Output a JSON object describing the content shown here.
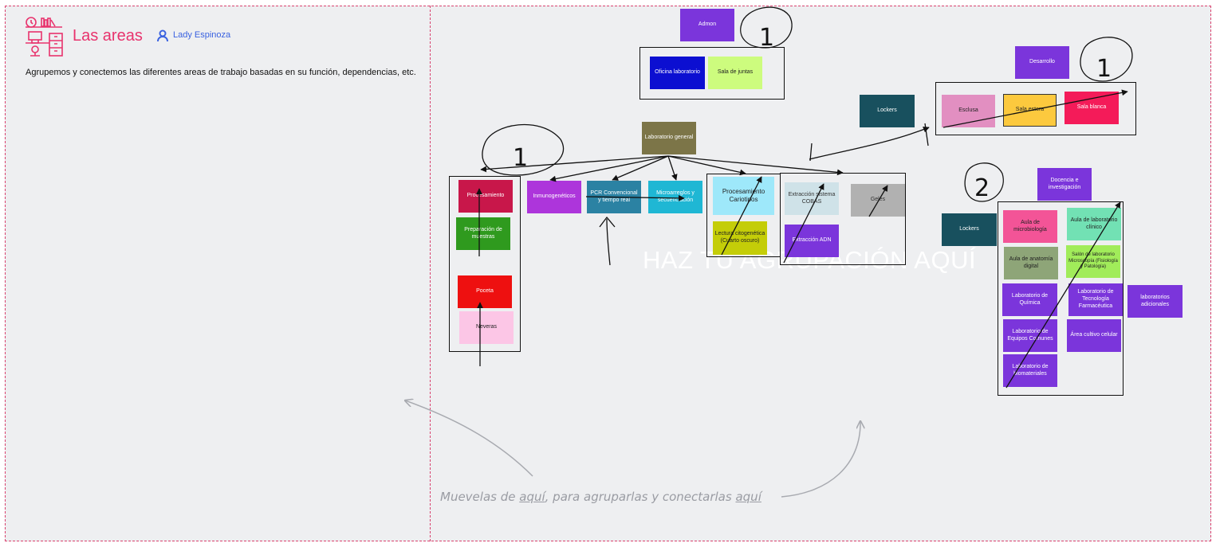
{
  "header": {
    "title": "Las areas",
    "author": "Lady Espinoza",
    "description": "Agrupemos y conectemos las diferentes areas de trabajo basadas en su función, dependencias, etc."
  },
  "canvas": {
    "watermark": "HAZ TU AGRUPACIÓN AQUÍ",
    "hint_prefix": "Muevelas de ",
    "hint_link1": "aquí",
    "hint_middle": ", para agruparlas y conectarlas ",
    "hint_link2": "aquí"
  },
  "annotations": {
    "num1": "1",
    "num2": "2"
  },
  "notes": {
    "admon": "Admon",
    "oficina": "Oficina laboratorio",
    "sala_juntas": "Sala de juntas",
    "desarrollo": "Desarrollo",
    "esclusa": "Esclusa",
    "sala_estera": "Sala estera",
    "sala_blanca": "Sala blanca",
    "lockers1": "Lockers",
    "lockers2": "Lockers",
    "lab_general": "Laboratorio general",
    "procesamiento": "Procesamiento",
    "preparacion": "Preparación de muestras",
    "poceta": "Poceta",
    "neveras": "Neveras",
    "inmuno": "Inmunogenéticos",
    "pcr": "PCR Convencional y tiempo real",
    "micro": "Microarreglos y secuenciación",
    "cariotipos": "Procesamiento Cariotipos",
    "lectura": "Lectura citogenética (Cuarto oscuro)",
    "extraccion_cobas": "Extracción sistema COBAS",
    "geles": "Geles",
    "extraccion_adn": "Extracción ADN",
    "docencia": "Docencia e investigación",
    "aula_micro": "Aula de microbiología",
    "aula_clinico": "Aula de laboratorio clínico",
    "aula_anatomia": "Aula de anatomía digital",
    "salon_micro": "Salón de laboratorio Microscopía (Fisiología y Patología)",
    "lab_quimica": "Laboratorio de Química",
    "lab_tecnologia": "Laboratorio de Tecnología Farmacéutica",
    "lab_adicionales": "laboratorios adicionales",
    "lab_equipos": "Laboratorio de Equipos Comunes",
    "cultivo": "Área cultivo celular",
    "biomateriales": "Laboratorio de biomateriales"
  },
  "colors": {
    "accent": "#e8336d",
    "author": "#3a62e0",
    "purple": "#7b35db",
    "pink_red": "#c8174a",
    "green": "#2f9a1e",
    "red": "#ee1010",
    "light_pink": "#fcc6e6",
    "magenta": "#ad35db",
    "steel_blue": "#2b82a3",
    "cyan": "#1fb7d4",
    "light_cyan": "#9ee8fa",
    "olive_yellow": "#c4cd08",
    "pale_blue": "#cfe2e8",
    "gray": "#b1b1b1",
    "navy_blue": "#0c0fd1",
    "lime": "#cdfc7e",
    "orchid": "#e28fc1",
    "yellow": "#fcc93e",
    "crimson": "#f41b59",
    "teal_dark": "#18505e",
    "olive_brown": "#7c7548",
    "pink": "#f35497",
    "mint": "#72e1b4",
    "sage": "#8ea578",
    "light_green": "#a1ec5a"
  }
}
